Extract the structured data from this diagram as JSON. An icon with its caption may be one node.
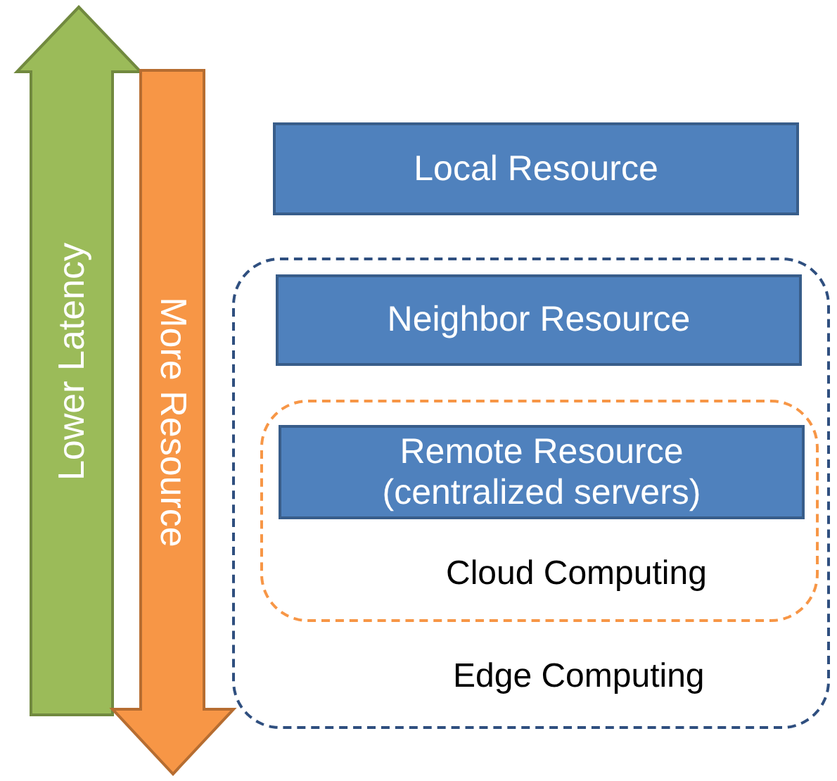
{
  "diagram": {
    "nodes": [
      {
        "text": [
          "Lower Latency"
        ]
      },
      {
        "text": [
          "More Resource"
        ]
      },
      {
        "text": [
          "Local Resource"
        ]
      },
      {
        "text": [
          "Edge Computing"
        ]
      },
      {
        "text": [
          "Neighbor Resource"
        ],
        "in": 3
      },
      {
        "text": [
          "Cloud Computing"
        ],
        "in": 3
      },
      {
        "text": [
          "Remote Resource (centralized servers)"
        ],
        "in": 5
      }
    ]
  }
}
